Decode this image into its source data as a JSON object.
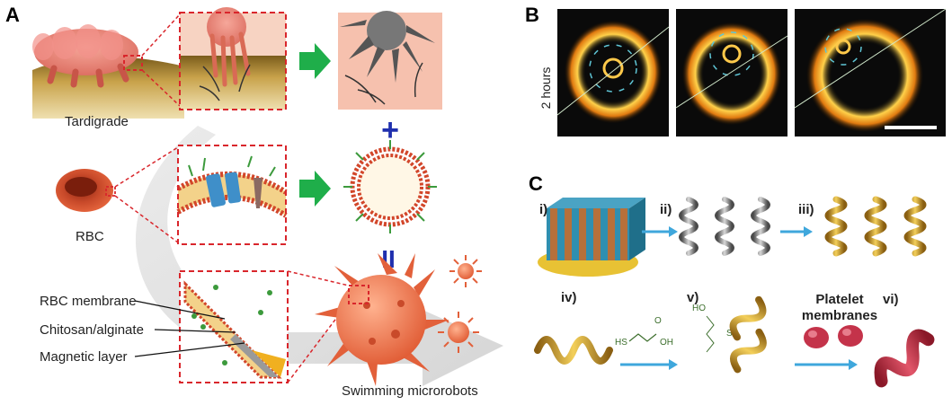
{
  "panels": {
    "a": {
      "letter": "A",
      "labels": {
        "tardigrade": "Tardigrade",
        "rbc": "RBC",
        "rbc_membrane": "RBC membrane",
        "chitosan": "Chitosan/alginate",
        "magnetic": "Magnetic layer",
        "swimming": "Swimming microrobots"
      },
      "symbols": {
        "plus": "+",
        "equals": "II"
      },
      "colors": {
        "arrow": "#1fae4a",
        "plus": "#1f2fae",
        "dashed_box": "#d9262c",
        "robot": "#ef7b52"
      }
    },
    "b": {
      "letter": "B",
      "time_label": "2 hours",
      "colors": {
        "ring": "#f7a21c",
        "background": "#0a0a0a",
        "scale_bar": "#ffffff"
      }
    },
    "c": {
      "letter": "C",
      "steps": [
        "i)",
        "ii)",
        "iii)",
        "iv)",
        "v)",
        "vi)"
      ],
      "chem": {
        "sh": "HS",
        "oh": "OH",
        "o": "O",
        "ho": "HO",
        "s": "S"
      },
      "platelet_label_1": "Platelet",
      "platelet_label_2": "membranes",
      "colors": {
        "arrow": "#3fa7dc",
        "gold": "#d9a62a",
        "silver": "#8a8a8a",
        "platelet": "#c4334a"
      }
    }
  }
}
